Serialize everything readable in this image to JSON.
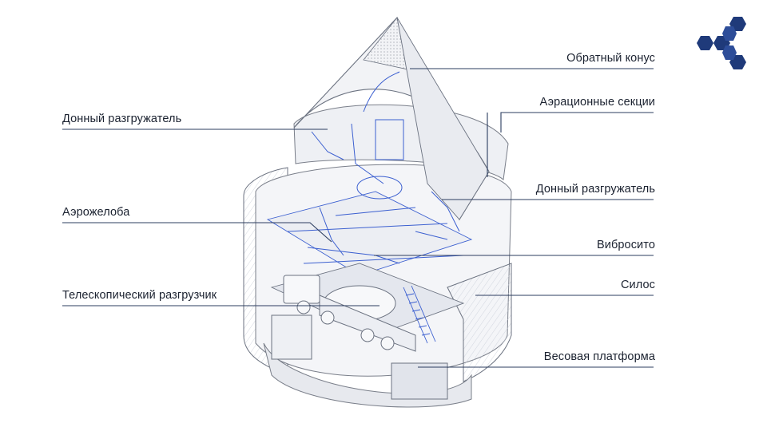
{
  "labels": {
    "reverse_cone": "Обратный конус",
    "aeration_sections": "Аэрационные секции",
    "bottom_unloader_left": "Донный разгружатель",
    "bottom_unloader_right": "Донный разгружатель",
    "air_slides": "Аэрожелоба",
    "vibrating_sieve": "Вибросито",
    "silo": "Силос",
    "telescopic_unloader": "Телескопический разгрузчик",
    "weighing_platform": "Весовая платформа"
  },
  "colors": {
    "line": "#2b3c5f",
    "logo": "#1f3a7a",
    "sketch_blue": "#3b5fd0",
    "sketch_gray": "#6b7280"
  },
  "logo": {
    "icon": "hexagon-cluster-logo"
  }
}
